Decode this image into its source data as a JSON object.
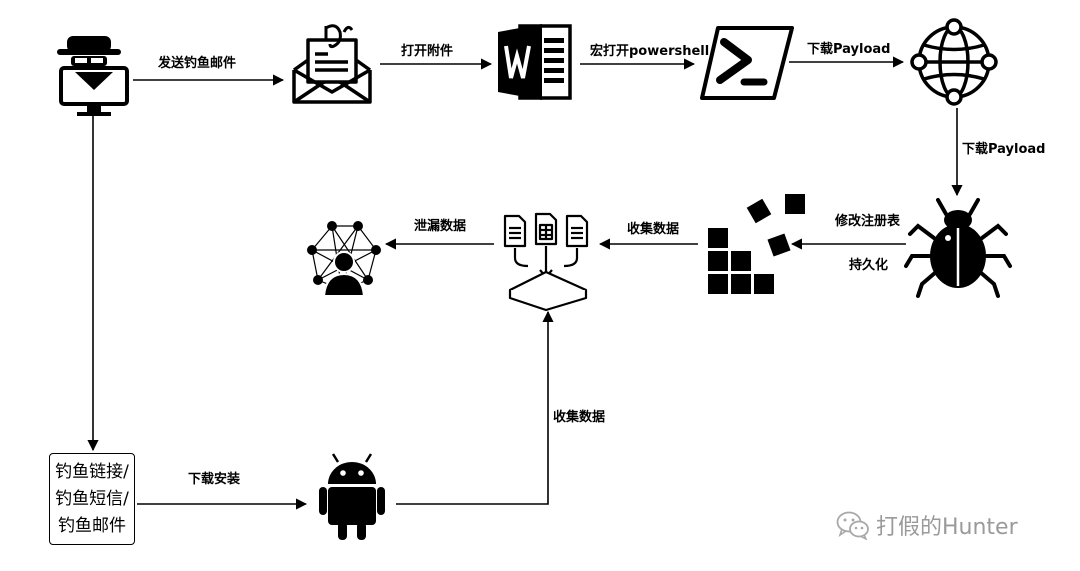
{
  "edges": {
    "send_phish_email": "发送钓鱼邮件",
    "open_attachment": "打开附件",
    "macro_open_powershell": "宏打开powershell",
    "download_payload_1": "下载Payload",
    "download_payload_2": "下载Payload",
    "modify_registry": "修改注册表",
    "persistence": "持久化",
    "collect_data_1": "收集数据",
    "leak_data": "泄漏数据",
    "download_install": "下载安装",
    "collect_data_2": "收集数据"
  },
  "phish_box": {
    "line1": "钓鱼链接/",
    "line2": "钓鱼短信/",
    "line3": "钓鱼邮件"
  },
  "icons": [
    "hacker-icon",
    "phishing-email-icon",
    "word-document-icon",
    "powershell-icon",
    "network-globe-icon",
    "malware-bug-icon",
    "registry-icon",
    "data-collection-icon",
    "data-leak-network-icon",
    "android-icon",
    "wechat-icon"
  ],
  "watermark": "打假的Hunter"
}
